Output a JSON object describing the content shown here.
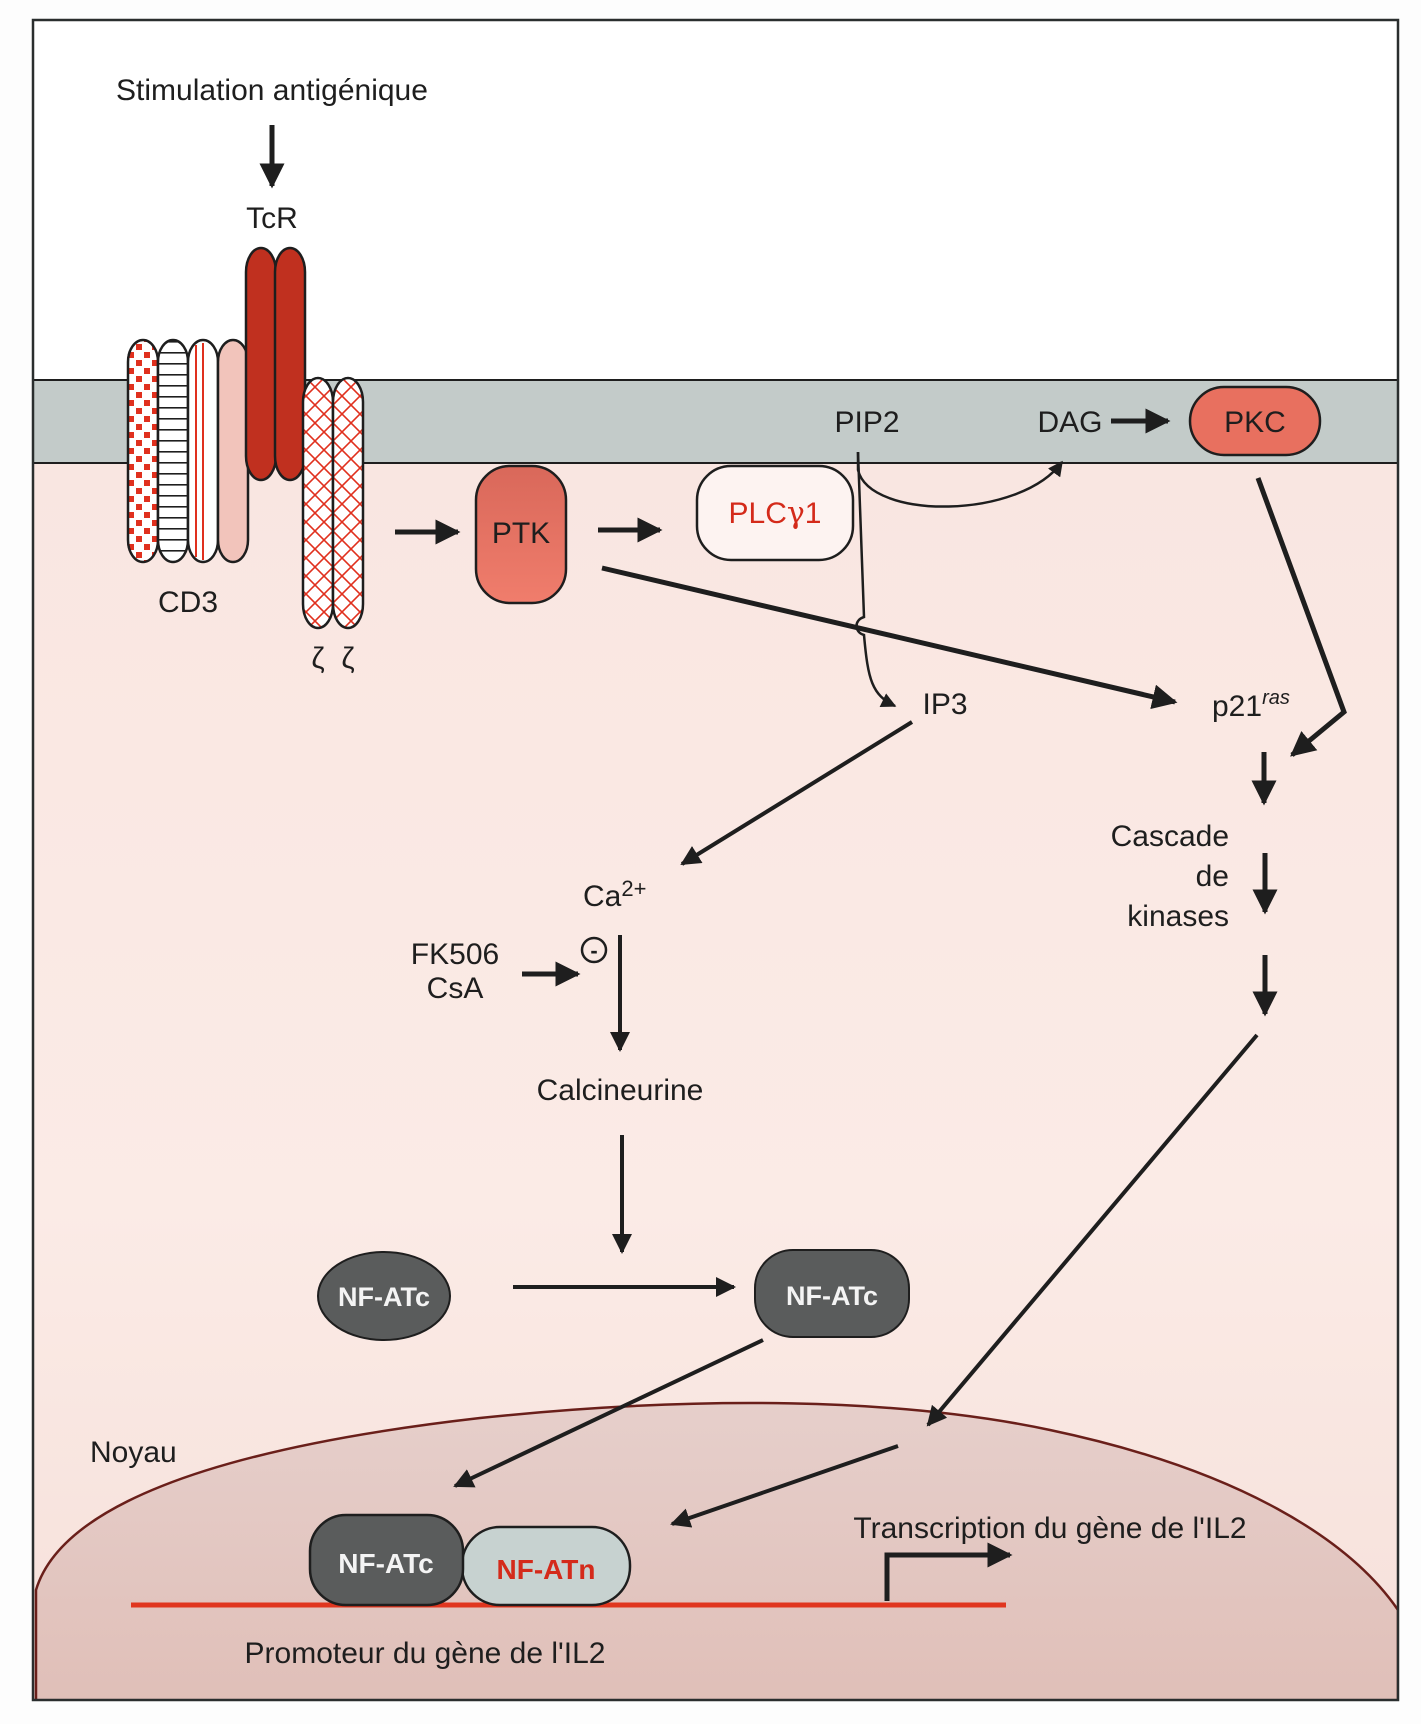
{
  "figure": {
    "top_label": "Stimulation antigénique",
    "receptor": {
      "tcr": "TcR",
      "cd3": "CD3",
      "zeta_1": "ζ",
      "zeta_2": "ζ"
    },
    "membrane": {
      "pip2": "PIP2",
      "dag": "DAG",
      "pkc": "PKC"
    },
    "cytoplasm": {
      "ptk": "PTK",
      "plc_prefix": "PLC",
      "plc_greek": "γ",
      "plc_suffix": "1",
      "ip3": "IP3",
      "p21_base": "p21",
      "p21_sup": "ras",
      "ca_base": "Ca",
      "ca_sup": "2+",
      "inhibitors_line1": "FK506",
      "inhibitors_line2": "CsA",
      "inhibition_sign": "-",
      "calcineurine": "Calcineurine",
      "cascade_line1": "Cascade",
      "cascade_line2": "de",
      "cascade_line3": "kinases",
      "nfatc_inactive": "NF-ATc",
      "nfatc_active": "NF-ATc"
    },
    "nucleus": {
      "label": "Noyau",
      "nfatc": "NF-ATc",
      "nfatn": "NF-ATn",
      "transcription": "Transcription du gène de l'IL2",
      "promoter": "Promoteur du gène de l'IL2"
    },
    "colors": {
      "tcr_red": "#c0301f",
      "protein_salmon": "#e8705f",
      "hatch_red": "#e0301e",
      "plc_text_red": "#d42a1a",
      "nfat_dark": "#5a5c5c",
      "nfatn_light": "#c7d2d0",
      "membrane_gray": "#bfc8c6",
      "cytoplasm_pink": "#f9e8e3",
      "nucleus_pink": "#e2c4bf",
      "promoter_red": "#e0361f",
      "nucleus_edge": "#6a1f1a"
    }
  }
}
